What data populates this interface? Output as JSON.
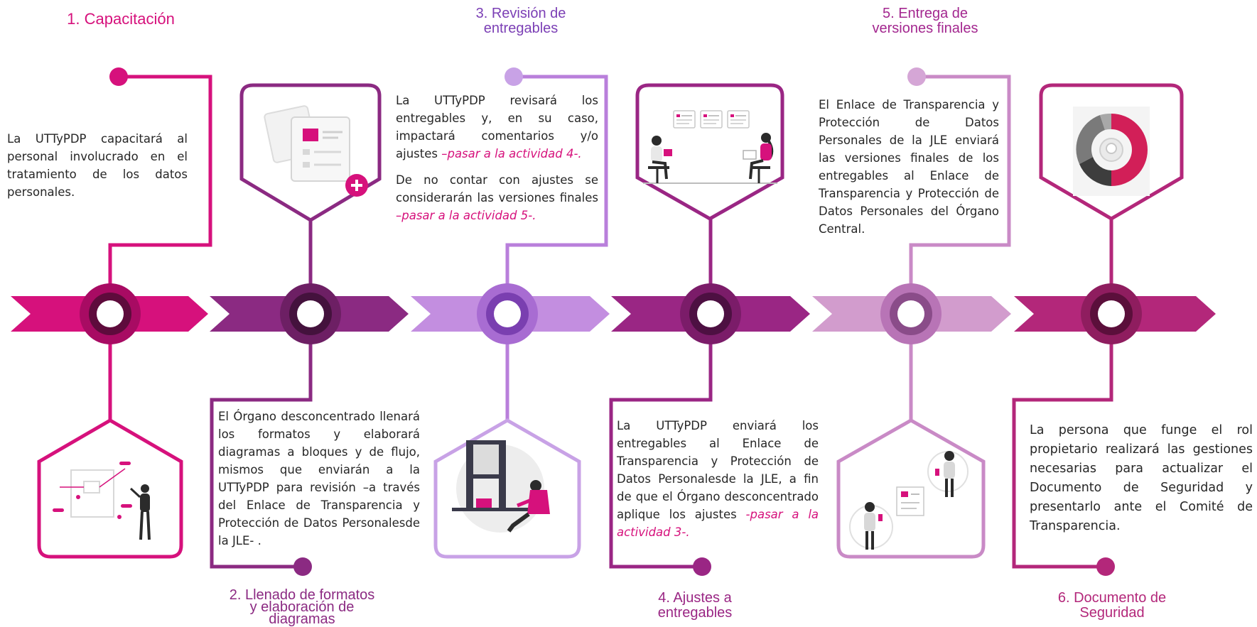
{
  "colors": {
    "magenta": "#d6117c",
    "purple": "#8b2a82",
    "lavender": "#b97fdb",
    "violet": "#9a2684",
    "pink_light": "#c98ac6",
    "berry": "#b3277a",
    "text": "#262626"
  },
  "steps": [
    {
      "title_lines": [
        "1. Capacitación"
      ],
      "text": "La UTTyPDP capacitará al personal involucrado en el tratamiento de los datos personales.",
      "illustration": "person-diagram-illustration"
    },
    {
      "title_lines": [
        "2. Llenado de formatos",
        "y elaboración de",
        "diagramas"
      ],
      "text": "El Órgano desconcentrado llenará los formatos y elaborará diagramas a bloques y de flujo, mismos que enviarán a la UTTyPDP para revisión –a través del Enlace de Transparencia y Protección de Datos Personalesde la JLE- .",
      "illustration": "documents-add-icon"
    },
    {
      "title_lines": [
        "3. Revisión de",
        "entregables"
      ],
      "text": "La UTTyPDP revisará los entregables y, en su caso, impactará comentarios y/o ajustes",
      "link": "–pasar a la actividad 4-.",
      "text2": "De no contar con ajustes se considerarán las versiones finales",
      "link2": "–pasar a la actividad 5-.",
      "illustration": "person-working-window-illustration"
    },
    {
      "title_lines": [
        "4. Ajustes a",
        "entregables"
      ],
      "text": "La UTTyPDP enviará los entregables al Enlace de Transparencia y Protección de Datos Personalesde la JLE, a fin de que el Órgano desconcentrado aplique los ajustes",
      "link": "-pasar a la actividad 3-.",
      "illustration": "people-reviewing-illustration"
    },
    {
      "title_lines": [
        "5. Entrega de",
        "versiones finales"
      ],
      "text": "El Enlace de Transparencia y Protección de Datos Personales de la JLE enviará las versiones finales de los entregables al Enlace de Transparencia y Protección de Datos Personales del Órgano Central.",
      "illustration": "people-messaging-illustration"
    },
    {
      "title_lines": [
        "6. Documento de",
        "Seguridad"
      ],
      "text": "La persona que funge el rol propietario realizará las gestiones necesarias para actualizar el Documento de Seguridad y presentarlo ante el Comité de Transparencia.",
      "illustration": "donut-badge-icon"
    }
  ]
}
